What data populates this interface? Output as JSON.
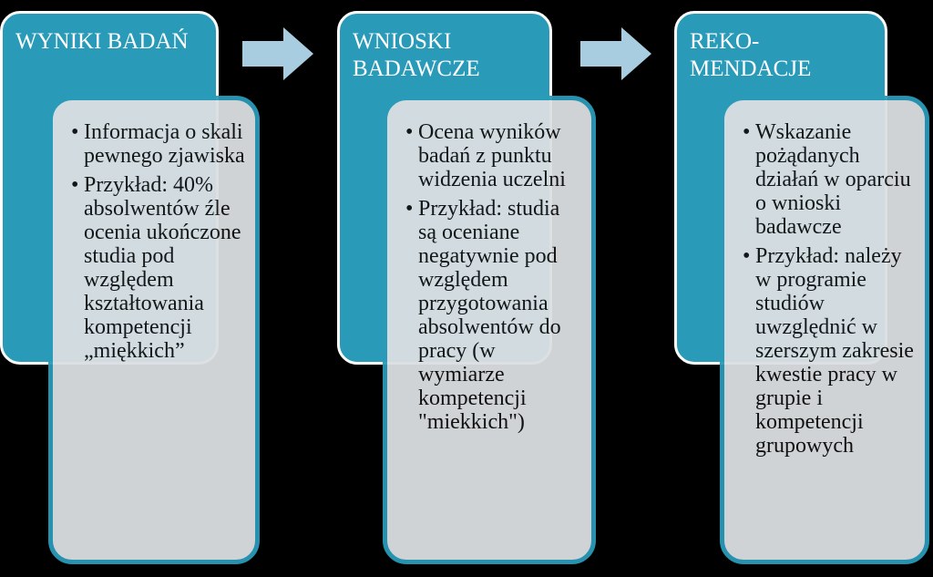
{
  "columns": [
    {
      "title": "WYNIKI BADAŃ",
      "bullets": [
        "Informacja o skali pewnego zjawiska",
        "Przykład: 40% absolwentów źle ocenia ukończone studia pod względem kształtowania kompetencji „miękkich”"
      ]
    },
    {
      "title": "WNIOSKI BADAWCZE",
      "bullets": [
        "Ocena wyników badań z punktu widzenia uczelni",
        "Przykład: studia są oceniane negatywnie pod względem przygotowania absolwentów do pracy (w wymiarze kompetencji \"miekkich\")"
      ]
    },
    {
      "title": "REKO-MENDACJE",
      "bullets": [
        "Wskazanie pożądanych działań w oparciu o wnioski badawcze",
        "Przykład: należy w programie studiów uwzględnić w szerszym zakresie kwestie pracy w grupie i kompetencji grupowych"
      ]
    }
  ],
  "colors": {
    "header": "#2a9ab9",
    "body": "#dcdfe2",
    "arrow": "#a9cde0"
  }
}
